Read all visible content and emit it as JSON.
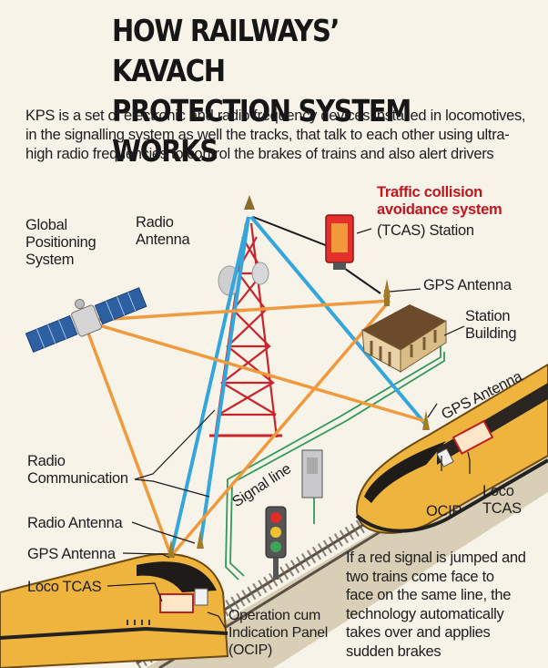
{
  "title": [
    "HOW RAILWAYS’ KAVACH",
    "PROTECTION SYSTEM WORKS"
  ],
  "intro": "KPS is a set of electronic and radio frequency devices installed in locomotives, in the signalling system as well the tracks, that talk to each other using ultra-high radio frequencies to control the brakes of trains and also alert drivers",
  "labels": {
    "gps_system": [
      "Global",
      "Positioning",
      "System"
    ],
    "radio_antenna_tower": [
      "Radio",
      "Antenna"
    ],
    "tcas_title": [
      "Traffic collision",
      "avoidance system"
    ],
    "tcas_station": "(TCAS) Station",
    "gps_antenna_station": "GPS Antenna",
    "station_building": [
      "Station",
      "Building"
    ],
    "gps_antenna_right": "GPS Antenna",
    "radio_communication": [
      "Radio",
      "Communication"
    ],
    "signal_line": "Signal line",
    "ocip_right": "OCIP",
    "loco_tcas_right": [
      "Loco",
      "TCAS"
    ],
    "radio_antenna_left": "Radio Antenna",
    "gps_antenna_left": "GPS Antenna",
    "loco_tcas_left": "Loco TCAS",
    "ocip_panel": [
      "Operation cum",
      "Indication Panel",
      "(OCIP)"
    ],
    "red_signal_note": [
      "If a red signal is jumped and",
      "two trains come face to",
      "face on the same line, the",
      "technology automatically",
      "takes over and applies",
      "sudden brakes"
    ]
  },
  "colors": {
    "radio_link": "#33a7dc",
    "gps_link": "#f09a3e",
    "signal_line": "#2f9a5b",
    "tower": "#c9242b",
    "train_body": "#efb43d",
    "accent_red": "#c0151d"
  }
}
